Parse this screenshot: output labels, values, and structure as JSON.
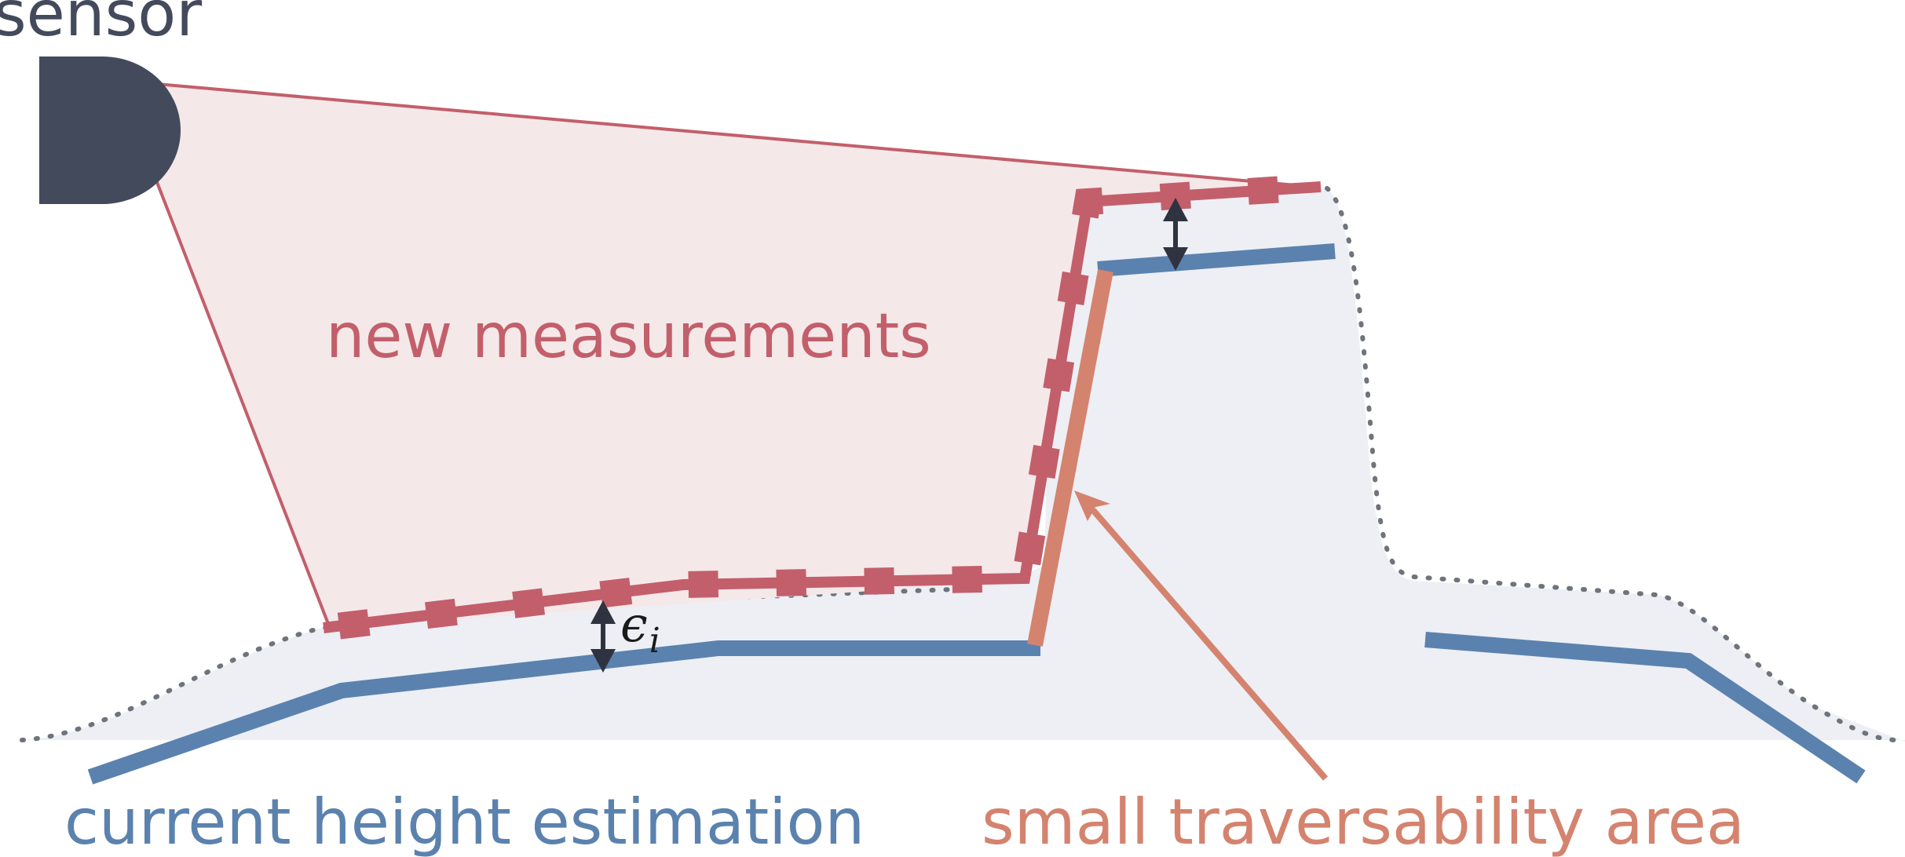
{
  "labels": {
    "sensor": "sensor",
    "new_measurements": "new measurements",
    "current_height": "current height estimation",
    "traversability": "small traversability area",
    "epsilon_symbol": "ϵ",
    "epsilon_subscript": "i"
  },
  "colors": {
    "sensor": "#434a5c",
    "measurement": "#c25f6b",
    "measurement_fill": "#f5e8e9",
    "height_estimation": "#5b82ae",
    "terrain_fill": "#edeff5",
    "traversability": "#d4836e",
    "arrow": "#2f3340",
    "ground_dotted": "#6f737c"
  },
  "icons": {
    "sensor": "sensor-icon",
    "error_arrow": "double-arrow-icon",
    "callout_arrow": "arrow-icon"
  }
}
